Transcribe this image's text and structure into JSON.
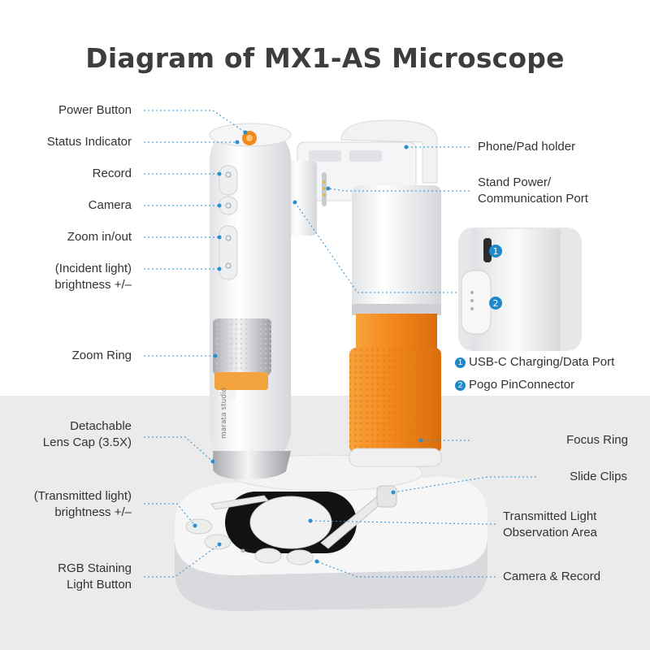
{
  "title": "Diagram of MX1-AS Microscope",
  "brand_text": "marata studio",
  "accent_color": "#f08a1c",
  "leader_color": "#2a8fd1",
  "left_labels": [
    {
      "id": "power-button",
      "text": "Power Button"
    },
    {
      "id": "status-indicator",
      "text": "Status Indicator"
    },
    {
      "id": "record",
      "text": "Record"
    },
    {
      "id": "camera",
      "text": "Camera"
    },
    {
      "id": "zoom-in-out",
      "text": "Zoom in/out"
    },
    {
      "id": "incident-light",
      "text": "(Incident light)\nbrightness +/–"
    },
    {
      "id": "zoom-ring",
      "text": "Zoom Ring"
    },
    {
      "id": "detachable-lens-cap",
      "text": "Detachable\nLens Cap (3.5X)"
    },
    {
      "id": "transmitted-light-brightness",
      "text": "(Transmitted light)\nbrightness +/–"
    },
    {
      "id": "rgb-staining",
      "text": "RGB Staining\nLight Button"
    }
  ],
  "right_labels": [
    {
      "id": "phone-pad-holder",
      "text": "Phone/Pad holder"
    },
    {
      "id": "stand-power-port",
      "text": "Stand Power/\nCommunication Port"
    },
    {
      "id": "focus-ring",
      "text": "Focus Ring"
    },
    {
      "id": "slide-clips",
      "text": "Slide Clips"
    },
    {
      "id": "transmitted-light-area",
      "text": "Transmitted Light\nObservation Area"
    },
    {
      "id": "camera-record",
      "text": "Camera & Record"
    }
  ],
  "inset_labels": [
    {
      "num": "1",
      "text": "USB-C Charging/Data Port"
    },
    {
      "num": "2",
      "text": "Pogo PinConnector"
    }
  ]
}
